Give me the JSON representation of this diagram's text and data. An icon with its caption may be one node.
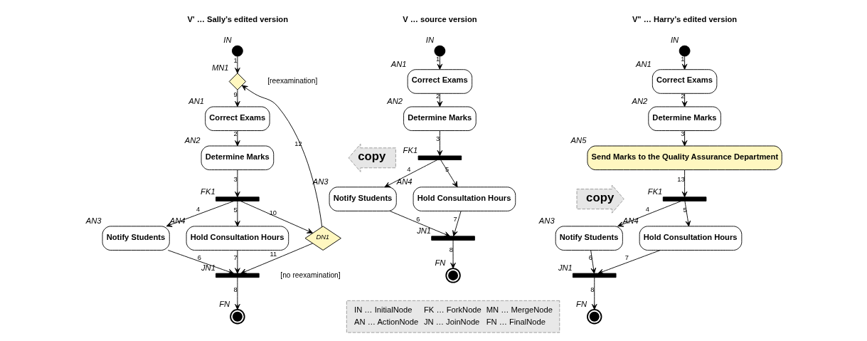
{
  "diagram": {
    "nodes": [
      {
        "text": [],
        "shape": "circle",
        "beside": [
          "IN"
        ]
      },
      {
        "text": [],
        "shape": "diamond",
        "beside": [
          "MN1"
        ]
      },
      {
        "text": [
          "Correct Exams"
        ],
        "beside": [
          "AN1"
        ]
      },
      {
        "text": [
          "Determine Marks"
        ],
        "beside": [
          "AN2"
        ]
      },
      {
        "text": [],
        "shape": "bar",
        "beside": [
          "FK1"
        ]
      },
      {
        "text": [
          "Notify Students"
        ],
        "beside": [
          "AN3"
        ]
      },
      {
        "text": [
          "Hold Consultation Hours"
        ],
        "beside": [
          "AN4"
        ]
      },
      {
        "text": [
          "DN1"
        ]
      },
      {
        "text": [],
        "shape": "bar",
        "beside": [
          "JN1"
        ]
      },
      {
        "text": [],
        "shape": "circle",
        "beside": [
          "FN"
        ]
      },
      {
        "text": [
          "copy"
        ]
      },
      {
        "text": [],
        "shape": "circle",
        "beside": [
          "IN"
        ]
      },
      {
        "text": [
          "Correct Exams"
        ],
        "beside": [
          "AN1"
        ]
      },
      {
        "text": [
          "Determine Marks"
        ],
        "beside": [
          "AN2"
        ]
      },
      {
        "text": [],
        "shape": "bar",
        "beside": [
          "FK1"
        ]
      },
      {
        "text": [
          "Notify Students"
        ],
        "beside": [
          "AN3"
        ]
      },
      {
        "text": [
          "Hold Consultation Hours"
        ],
        "beside": [
          "AN4"
        ]
      },
      {
        "text": [],
        "shape": "bar",
        "beside": [
          "JN1"
        ]
      },
      {
        "text": [],
        "shape": "circle",
        "beside": [
          "FN"
        ]
      },
      {
        "text": [
          "copy"
        ]
      },
      {
        "text": [],
        "shape": "circle",
        "beside": [
          "IN"
        ]
      },
      {
        "text": [
          "Correct Exams"
        ],
        "beside": [
          "AN1"
        ]
      },
      {
        "text": [
          "Determine Marks"
        ],
        "beside": [
          "AN2"
        ]
      },
      {
        "text": [
          "Send Marks to the Quality Assurance Department"
        ],
        "beside": [
          "AN5"
        ]
      },
      {
        "text": [],
        "shape": "bar",
        "beside": [
          "FK1"
        ]
      },
      {
        "text": [
          "Notify Students"
        ],
        "beside": [
          "AN3"
        ]
      },
      {
        "text": [
          "Hold Consultation Hours"
        ],
        "beside": [
          "AN4"
        ]
      },
      {
        "text": [],
        "shape": "bar",
        "beside": [
          "JN1"
        ]
      },
      {
        "text": [],
        "shape": "circle",
        "beside": [
          "FN"
        ]
      }
    ],
    "edges": [
      {
        "from": 0,
        "to": 1,
        "arrow": "to",
        "label": "1"
      },
      {
        "from": 1,
        "to": 2,
        "arrow": "to",
        "label": "9"
      },
      {
        "from": 2,
        "to": 3,
        "arrow": "to",
        "label": "2"
      },
      {
        "from": 3,
        "to": 4,
        "arrow": "to",
        "label": "3"
      },
      {
        "from": 4,
        "to": 5,
        "arrow": "to",
        "label": "4"
      },
      {
        "from": 4,
        "to": 6,
        "arrow": "to",
        "label": "5"
      },
      {
        "from": 4,
        "to": 7,
        "arrow": "to",
        "label": "10"
      },
      {
        "from": 5,
        "to": 8,
        "arrow": "to",
        "label": "6"
      },
      {
        "from": 6,
        "to": 8,
        "arrow": "to",
        "label": "7"
      },
      {
        "from": 7,
        "to": 8,
        "arrow": "to",
        "label": "11"
      },
      {
        "from": 7,
        "to": 1,
        "arrow": "to",
        "label": "12"
      },
      {
        "from": 8,
        "to": 9,
        "arrow": "to",
        "label": "8"
      },
      {
        "from": 11,
        "to": 12,
        "arrow": "to",
        "label": "1"
      },
      {
        "from": 12,
        "to": 13,
        "arrow": "to",
        "label": "2"
      },
      {
        "from": 13,
        "to": 14,
        "arrow": "to",
        "label": "3"
      },
      {
        "from": 14,
        "to": 15,
        "arrow": "to",
        "label": "4"
      },
      {
        "from": 14,
        "to": 16,
        "arrow": "to",
        "label": "5"
      },
      {
        "from": 15,
        "to": 17,
        "arrow": "to",
        "label": "6"
      },
      {
        "from": 16,
        "to": 17,
        "arrow": "to",
        "label": "7"
      },
      {
        "from": 17,
        "to": 18,
        "arrow": "to",
        "label": "8"
      },
      {
        "from": 20,
        "to": 21,
        "arrow": "to",
        "label": "1"
      },
      {
        "from": 21,
        "to": 22,
        "arrow": "to",
        "label": "2"
      },
      {
        "from": 22,
        "to": 23,
        "arrow": "to",
        "label": "3"
      },
      {
        "from": 23,
        "to": 24,
        "arrow": "to",
        "label": "13"
      },
      {
        "from": 24,
        "to": 25,
        "arrow": "to",
        "label": "4"
      },
      {
        "from": 24,
        "to": 26,
        "arrow": "to",
        "label": "5"
      },
      {
        "from": 25,
        "to": 27,
        "arrow": "to",
        "label": "6"
      },
      {
        "from": 26,
        "to": 27,
        "arrow": "to",
        "label": "7"
      },
      {
        "from": 27,
        "to": 28,
        "arrow": "to",
        "label": "8"
      }
    ],
    "labels": [
      "V' … Sally’s edited version",
      "V … source version",
      "V\" … Harry’s edited version",
      "[reexamination]",
      "[no reexamination]",
      "IN … InitialNode",
      "FK … ForkNode",
      "MN … MergeNode",
      "AN … ActionNode",
      "JN … JoinNode",
      "FN … FinalNode"
    ]
  }
}
